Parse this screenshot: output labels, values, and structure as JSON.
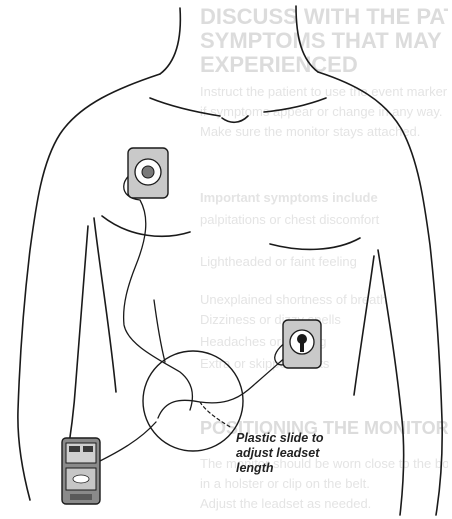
{
  "background_text": {
    "lines": [
      "DISCUSS WITH THE PATIENT THE",
      "SYMPTOMS THAT MAY BE",
      "EXPERIENCED",
      "Instruct the patient to use the event marker",
      "if symptoms appear or change in any way.",
      "Make sure the monitor stays attached.",
      "Important symptoms include",
      "palpitations or chest discomfort",
      "Lightheaded or faint feeling",
      "Unexplained shortness of breath",
      "Dizziness or dizzy spells",
      "Headaches or fainting",
      "Extra or skipped beats",
      "POSITIONING THE MONITOR",
      "The monitor should be worn close to the body",
      "in a holster or clip on the belt.",
      "Adjust the leadset as needed."
    ]
  },
  "callout": {
    "line1": "Plastic slide to",
    "line2": "adjust leadset",
    "line3": "length"
  },
  "colors": {
    "ink": "#1a1a1a",
    "electrode_fill": "#c9c9c9",
    "monitor_fill": "#8a8a8a"
  }
}
